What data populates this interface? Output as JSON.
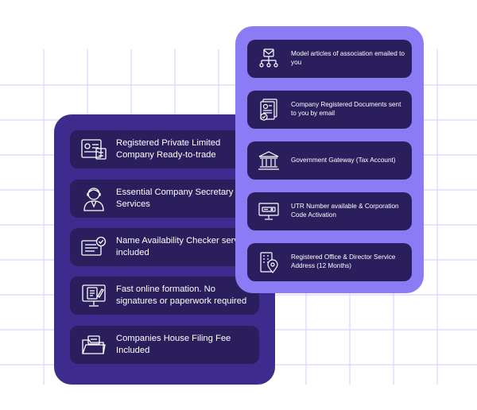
{
  "colors": {
    "left_panel": "#3d2c8d",
    "right_panel": "#8b7cf6",
    "item_background": "#2a1e5c",
    "grid_lines": "#d9d4fb"
  },
  "left_panel": {
    "items": [
      {
        "label": "Registered Private Limited Company Ready-to-trade",
        "icon": "certificate-icon"
      },
      {
        "label": "Essential Company Secretary Services",
        "icon": "secretary-icon"
      },
      {
        "label": "Name Availability Checker service included",
        "icon": "name-check-icon"
      },
      {
        "label": "Fast online formation. No signatures or paperwork required",
        "icon": "online-form-icon"
      },
      {
        "label": "Companies House Filing Fee Included",
        "icon": "folder-icon"
      }
    ]
  },
  "right_panel": {
    "items": [
      {
        "label": "Model articles of association emailed to you",
        "icon": "email-network-icon"
      },
      {
        "label": "Company Registered Documents sent to you by email",
        "icon": "documents-icon"
      },
      {
        "label": "Government Gateway (Tax Account)",
        "icon": "government-building-icon"
      },
      {
        "label": "UTR Number available & Corporation Code Activation",
        "icon": "monitor-icon"
      },
      {
        "label": "Registered Office & Director Service Address (12 Months)",
        "icon": "office-location-icon"
      }
    ]
  }
}
